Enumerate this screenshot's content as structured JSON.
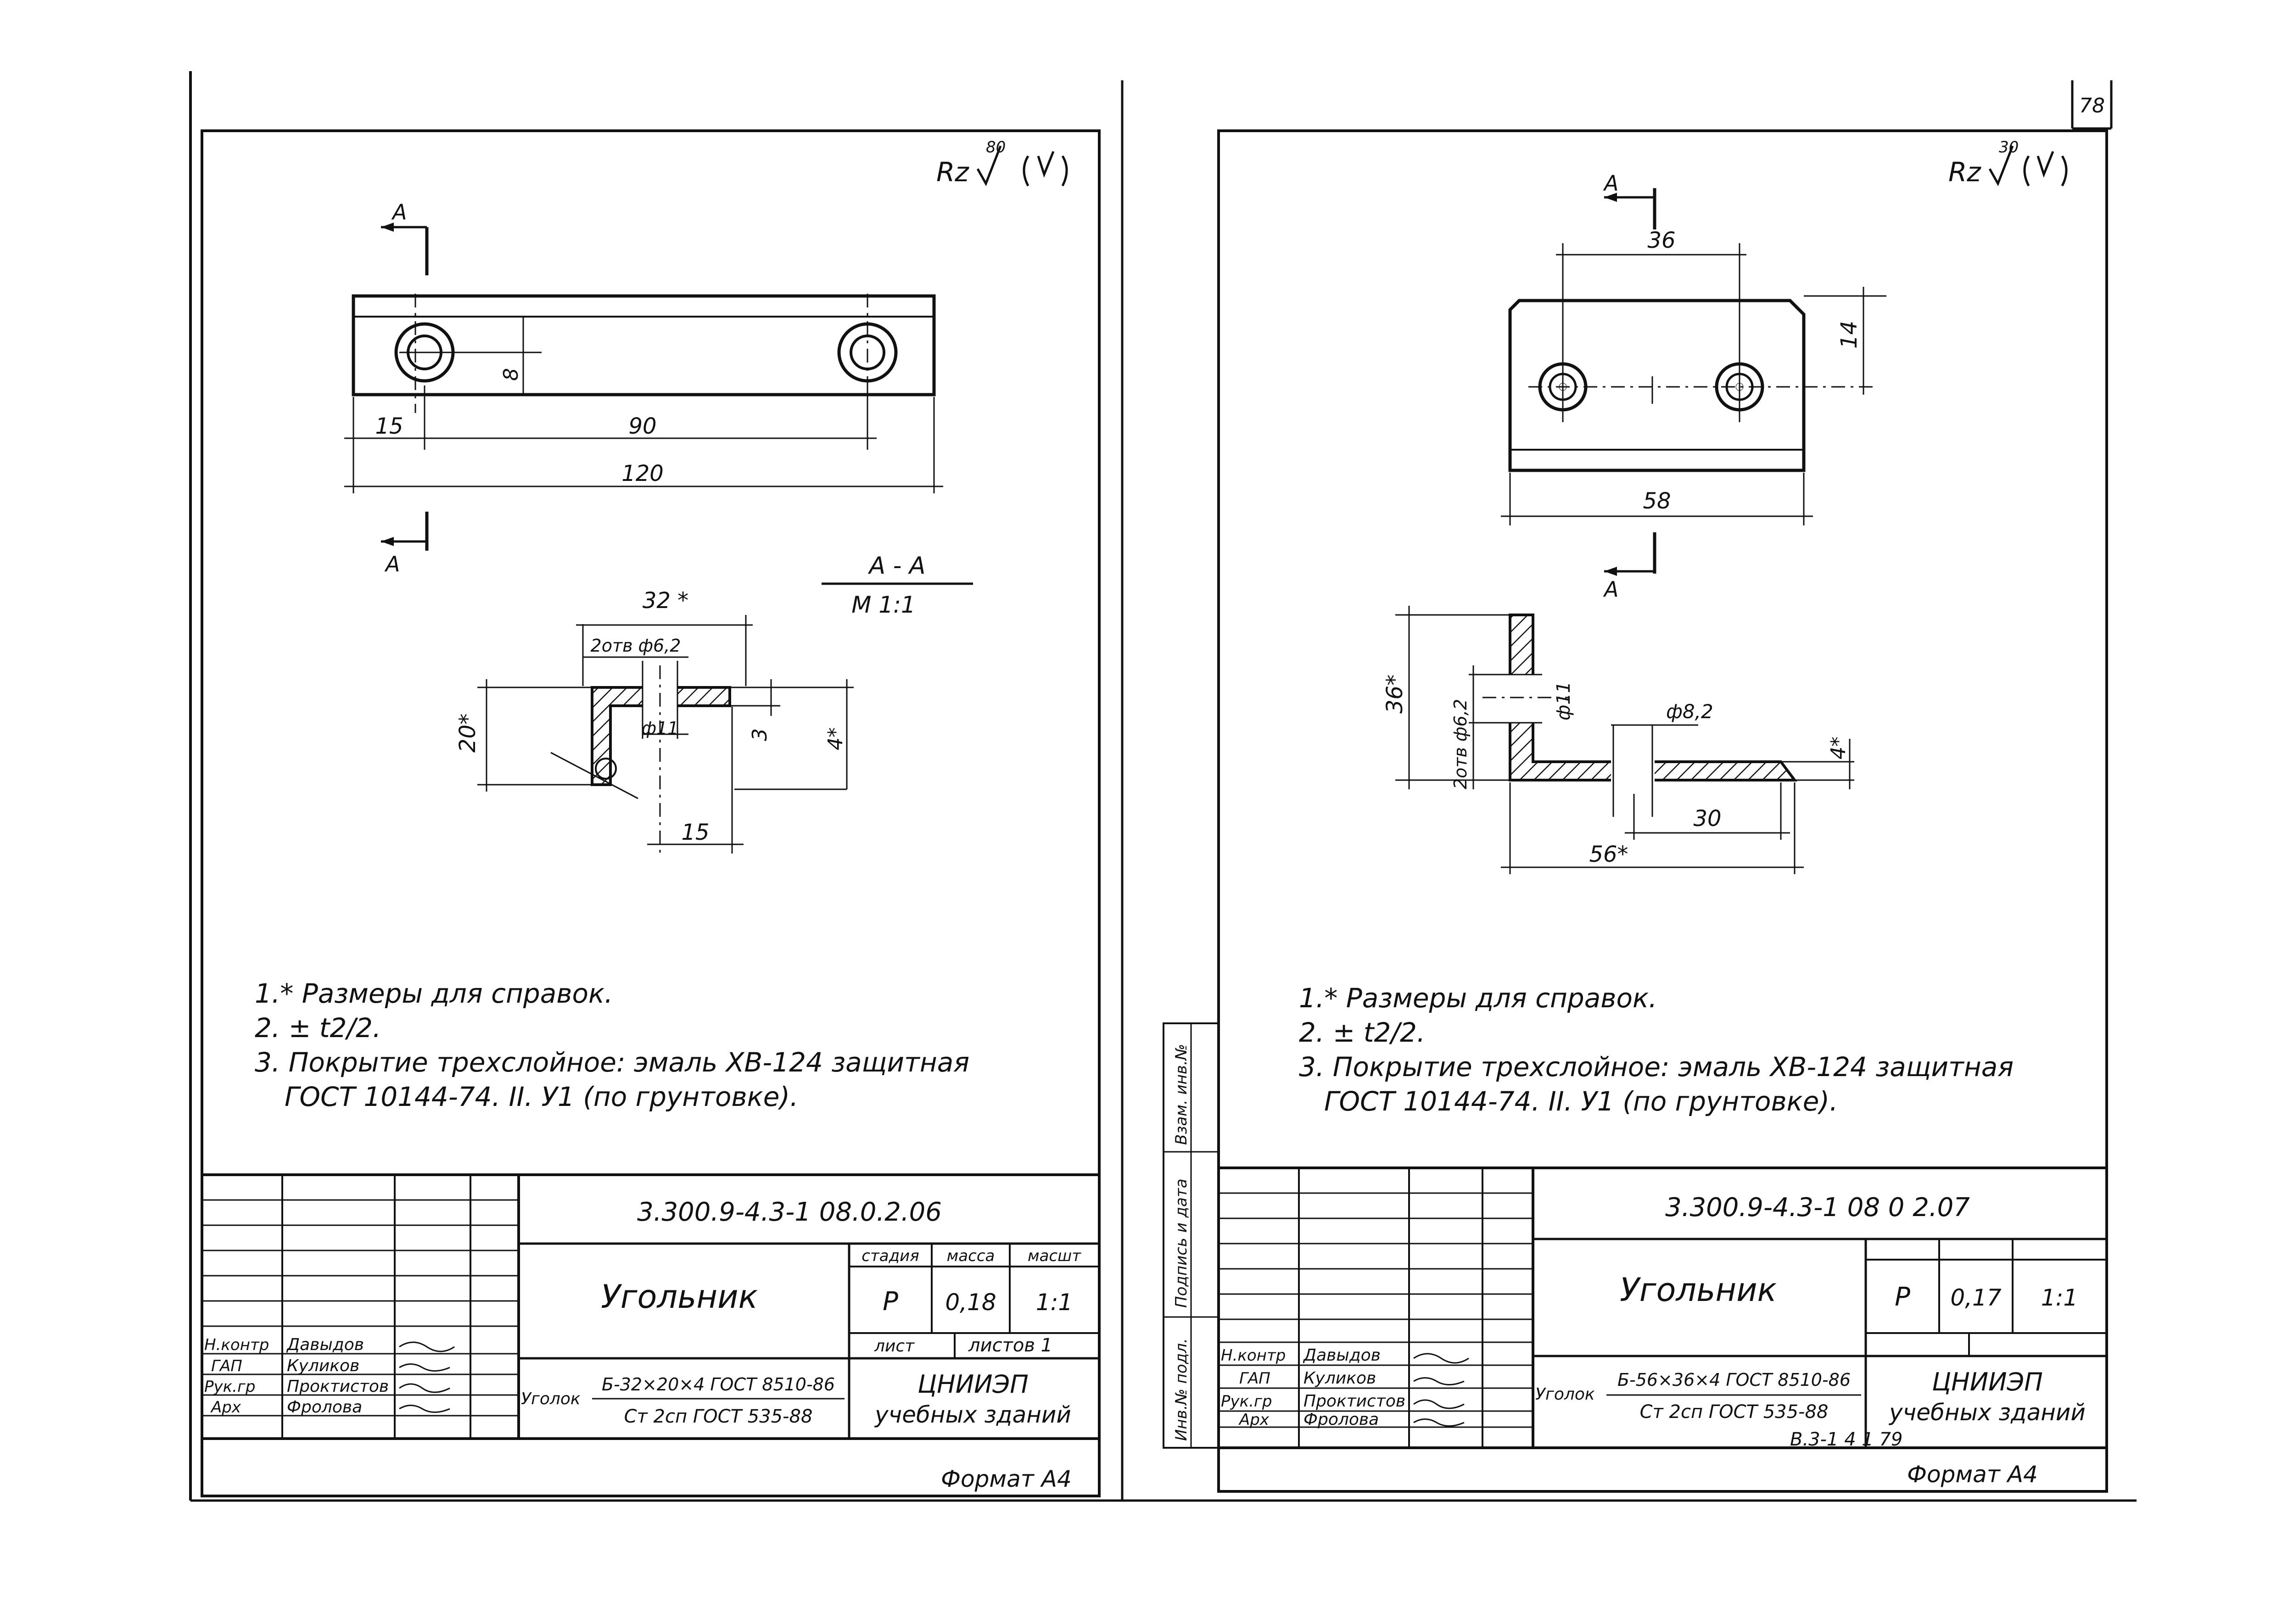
{
  "page_number": "78",
  "left": {
    "roughness": {
      "symbol": "Rz",
      "value": "80"
    },
    "section_mark": "A",
    "section_title": "А - А",
    "scale": "М 1:1",
    "dims": {
      "d8": "8",
      "d15": "15",
      "d90": "90",
      "d120": "120",
      "d32": "32 *",
      "d20": "20*",
      "d3": "3",
      "d4": "4*",
      "d15b": "15",
      "holes": "2отв ф6,2",
      "hole11": "ф11"
    },
    "notes": [
      "1.* Размеры для справок.",
      "2. ± t2/2.",
      "3. Покрытие трехслойное: эмаль ХВ-124 защитная",
      "ГОСТ 10144-74. II. У1 (по грунтовке)."
    ],
    "title_block": {
      "code": "3.300.9-4.3-1 08.0.2.06",
      "name": "Угольник",
      "col_headers": [
        "стадия",
        "масса",
        "масшт"
      ],
      "stage": "Р",
      "mass": "0,18",
      "scale": "1:1",
      "sheet_label": "лист",
      "sheets_label": "листов 1",
      "material_label": "Уголок",
      "material_top": "Б-32×20×4 ГОСТ 8510-86",
      "material_bottom": "Ст 2сп ГОСТ 535-88",
      "org_line1": "ЦНИИЭП",
      "org_line2": "учебных зданий",
      "roles": [
        "Н.контр",
        "ГАП",
        "Рук.гр",
        "Арх"
      ],
      "names": [
        "Давыдов",
        "Куликов",
        "Проктистов",
        "Фролова"
      ],
      "format": "Формат А4"
    }
  },
  "right": {
    "roughness": {
      "symbol": "Rz",
      "value": "30"
    },
    "section_mark": "A",
    "dims": {
      "d36": "36",
      "d14": "14",
      "d58": "58",
      "d36s": "36*",
      "holes": "2отв ф6,2",
      "hole11": "ф11",
      "hole8": "ф8,2",
      "d4": "4*",
      "d30": "30",
      "d56": "56*"
    },
    "notes": [
      "1.* Размеры для справок.",
      "2. ± t2/2.",
      "3. Покрытие трехслойное: эмаль ХВ-124 защитная",
      "ГОСТ 10144-74. II. У1 (по грунтовке)."
    ],
    "side_labels": [
      "Инв.№ подл.",
      "Подпись и дата",
      "Взам. инв.№"
    ],
    "title_block": {
      "code": "3.300.9-4.3-1 08 0 2.07",
      "name": "Угольник",
      "stage": "Р",
      "mass": "0,17",
      "scale": "1:1",
      "material_label": "Уголок",
      "material_top": "Б-56×36×4 ГОСТ 8510-86",
      "material_bottom": "Ст 2сп ГОСТ 535-88",
      "org_line1": "ЦНИИЭП",
      "org_line2": "учебных зданий",
      "roles": [
        "Н.контр",
        "ГАП",
        "Рук.гр",
        "Арх"
      ],
      "names": [
        "Давыдов",
        "Куликов",
        "Проктистов",
        "Фролова"
      ],
      "stamp": "В.3-1   4 1   79",
      "format": "Формат А4"
    }
  },
  "colors": {
    "ink": "#111111",
    "paper": "#ffffff"
  }
}
